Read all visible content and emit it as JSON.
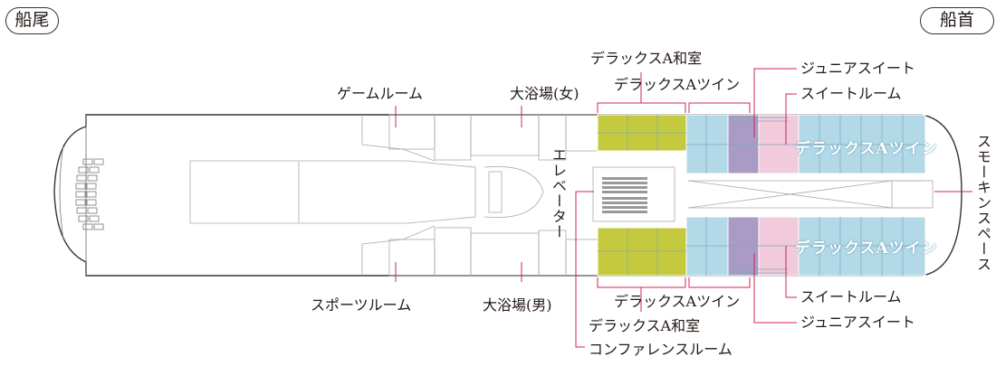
{
  "orientation": {
    "stern": "船尾",
    "bow": "船首"
  },
  "labels": {
    "game_room": "ゲームルーム",
    "bath_women": "大浴場(女)",
    "sports_room": "スポーツルーム",
    "bath_men": "大浴場(男)",
    "elevator": "エレベーター",
    "deluxe_a_washitsu_top": "デラックスA和室",
    "deluxe_a_twin_top": "デラックスAツイン",
    "junior_suite_top": "ジュニアスイート",
    "suite_top": "スイートルーム",
    "deluxe_a_twin_block_top": "デラックスAツイン",
    "deluxe_a_twin_block_bottom": "デラックスAツイン",
    "smoking_space": "スモーキンスペース",
    "deluxe_a_twin_bottom": "デラックスAツイン",
    "suite_bottom": "スイートルーム",
    "deluxe_a_washitsu_bottom": "デラックスA和室",
    "junior_suite_bottom": "ジュニアスイート",
    "conference_room": "コンファレンスルーム"
  },
  "colors": {
    "washitsu": "#c5c93d",
    "twin": "#b3d9e8",
    "junior_suite": "#a99bc4",
    "suite": "#f1cadb",
    "leader": "#d0235a",
    "outline": "#555555"
  }
}
